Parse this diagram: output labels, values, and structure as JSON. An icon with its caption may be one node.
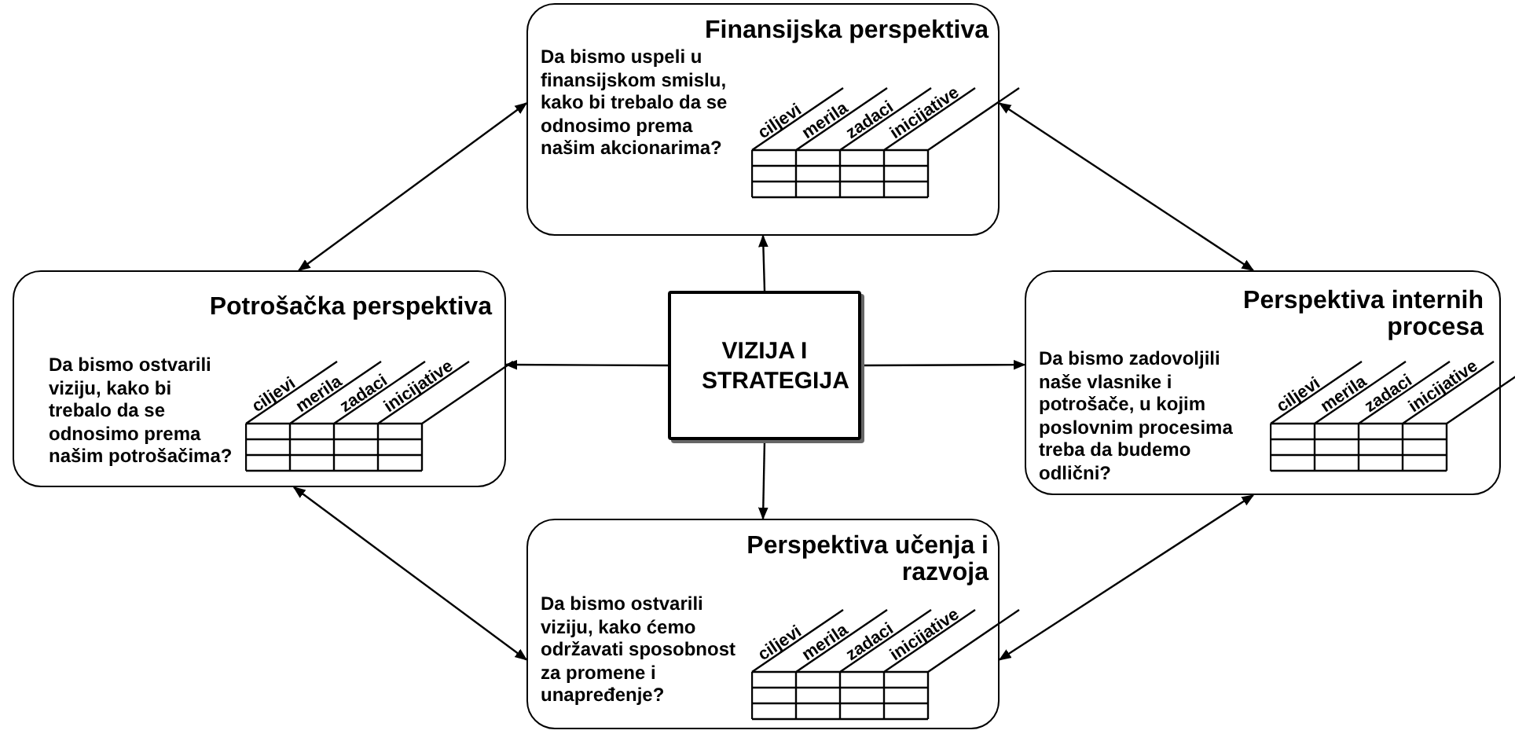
{
  "diagram": {
    "nodes": [
      {
        "text": [
          "Finansijska perspektiva",
          "Da bismo uspeli u finansijskom smislu, kako bi trebalo da se odnosimo prema našim akcionarima?",
          "ciljevi",
          "merila",
          "zadaci",
          "inicijative"
        ]
      },
      {
        "text": [
          "Potrošačka perspektiva",
          "Da bismo ostvarili viziju, kako bi trebalo da se odnosimo prema našim potrošačima?",
          "ciljevi",
          "merila",
          "zadaci",
          "inicijative"
        ]
      },
      {
        "text": [
          "VIZIJA I STRATEGIJA"
        ]
      },
      {
        "text": [
          "Perspektiva internih procesa",
          "Da bismo zadovoljili naše vlasnike i potrošače, u kojim poslovnim procesima treba da budemo odlični?",
          "ciljevi",
          "merila",
          "zadaci",
          "inicijative"
        ]
      },
      {
        "text": [
          "Perspektiva učenja i razvoja",
          "Da bismo ostvarili viziju, kako ćemo održavati sposobnost za promene i unapređenje?",
          "ciljevi",
          "merila",
          "zadaci",
          "inicijative"
        ]
      }
    ],
    "edges": [
      {
        "from": 2,
        "to": 0,
        "arrow": "to"
      },
      {
        "from": 2,
        "to": 1,
        "arrow": "to"
      },
      {
        "from": 2,
        "to": 3,
        "arrow": "to"
      },
      {
        "from": 2,
        "to": 4,
        "arrow": "to"
      },
      {
        "from": 0,
        "to": 1,
        "arrow": "both"
      },
      {
        "from": 0,
        "to": 3,
        "arrow": "both"
      },
      {
        "from": 1,
        "to": 4,
        "arrow": "both"
      },
      {
        "from": 3,
        "to": 4,
        "arrow": "both"
      }
    ]
  }
}
